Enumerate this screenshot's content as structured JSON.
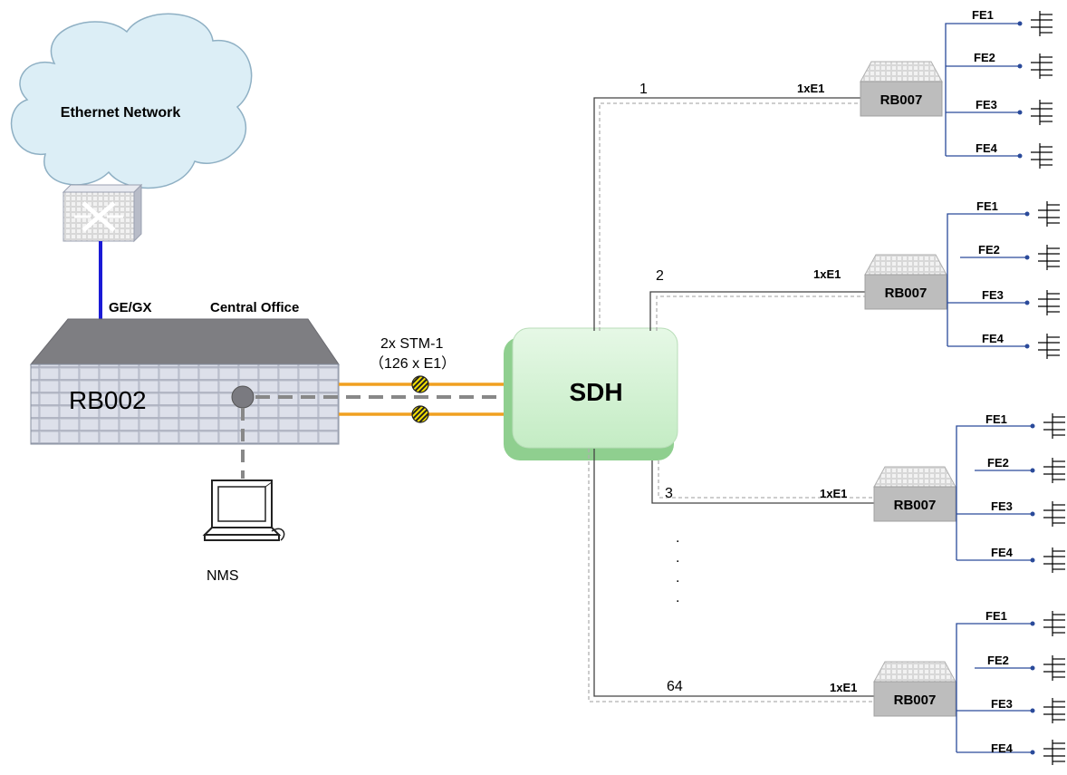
{
  "cloud": {
    "label": "Ethernet Network"
  },
  "uplink_label": "GE/GX",
  "central_office_label": "Central Office",
  "rb002": {
    "label": "RB002"
  },
  "nms_label": "NMS",
  "stm_link": {
    "line1": "2x STM-1",
    "line2": "（126 x E1）"
  },
  "sdh": {
    "label": "SDH"
  },
  "link_e1_label": "1xE1",
  "remotes": [
    {
      "index": "1",
      "device": "RB007",
      "ports": [
        "FE1",
        "FE2",
        "FE3",
        "FE4"
      ]
    },
    {
      "index": "2",
      "device": "RB007",
      "ports": [
        "FE1",
        "FE2",
        "FE3",
        "FE4"
      ]
    },
    {
      "index": "3",
      "device": "RB007",
      "ports": [
        "FE1",
        "FE2",
        "FE3",
        "FE4"
      ]
    },
    {
      "index": "64",
      "device": "RB007",
      "ports": [
        "FE1",
        "FE2",
        "FE3",
        "FE4"
      ]
    }
  ],
  "ellipsis_dot": ".",
  "colors": {
    "uplink": "#1a1ad6",
    "fiber": "#f0a020",
    "management": "#888888",
    "fe_lines": "#2a4a9a",
    "sdh_fill": "#d4f2d4",
    "sdh_shadow": "#8fcf8f",
    "cloud_fill": "#dceef6"
  }
}
